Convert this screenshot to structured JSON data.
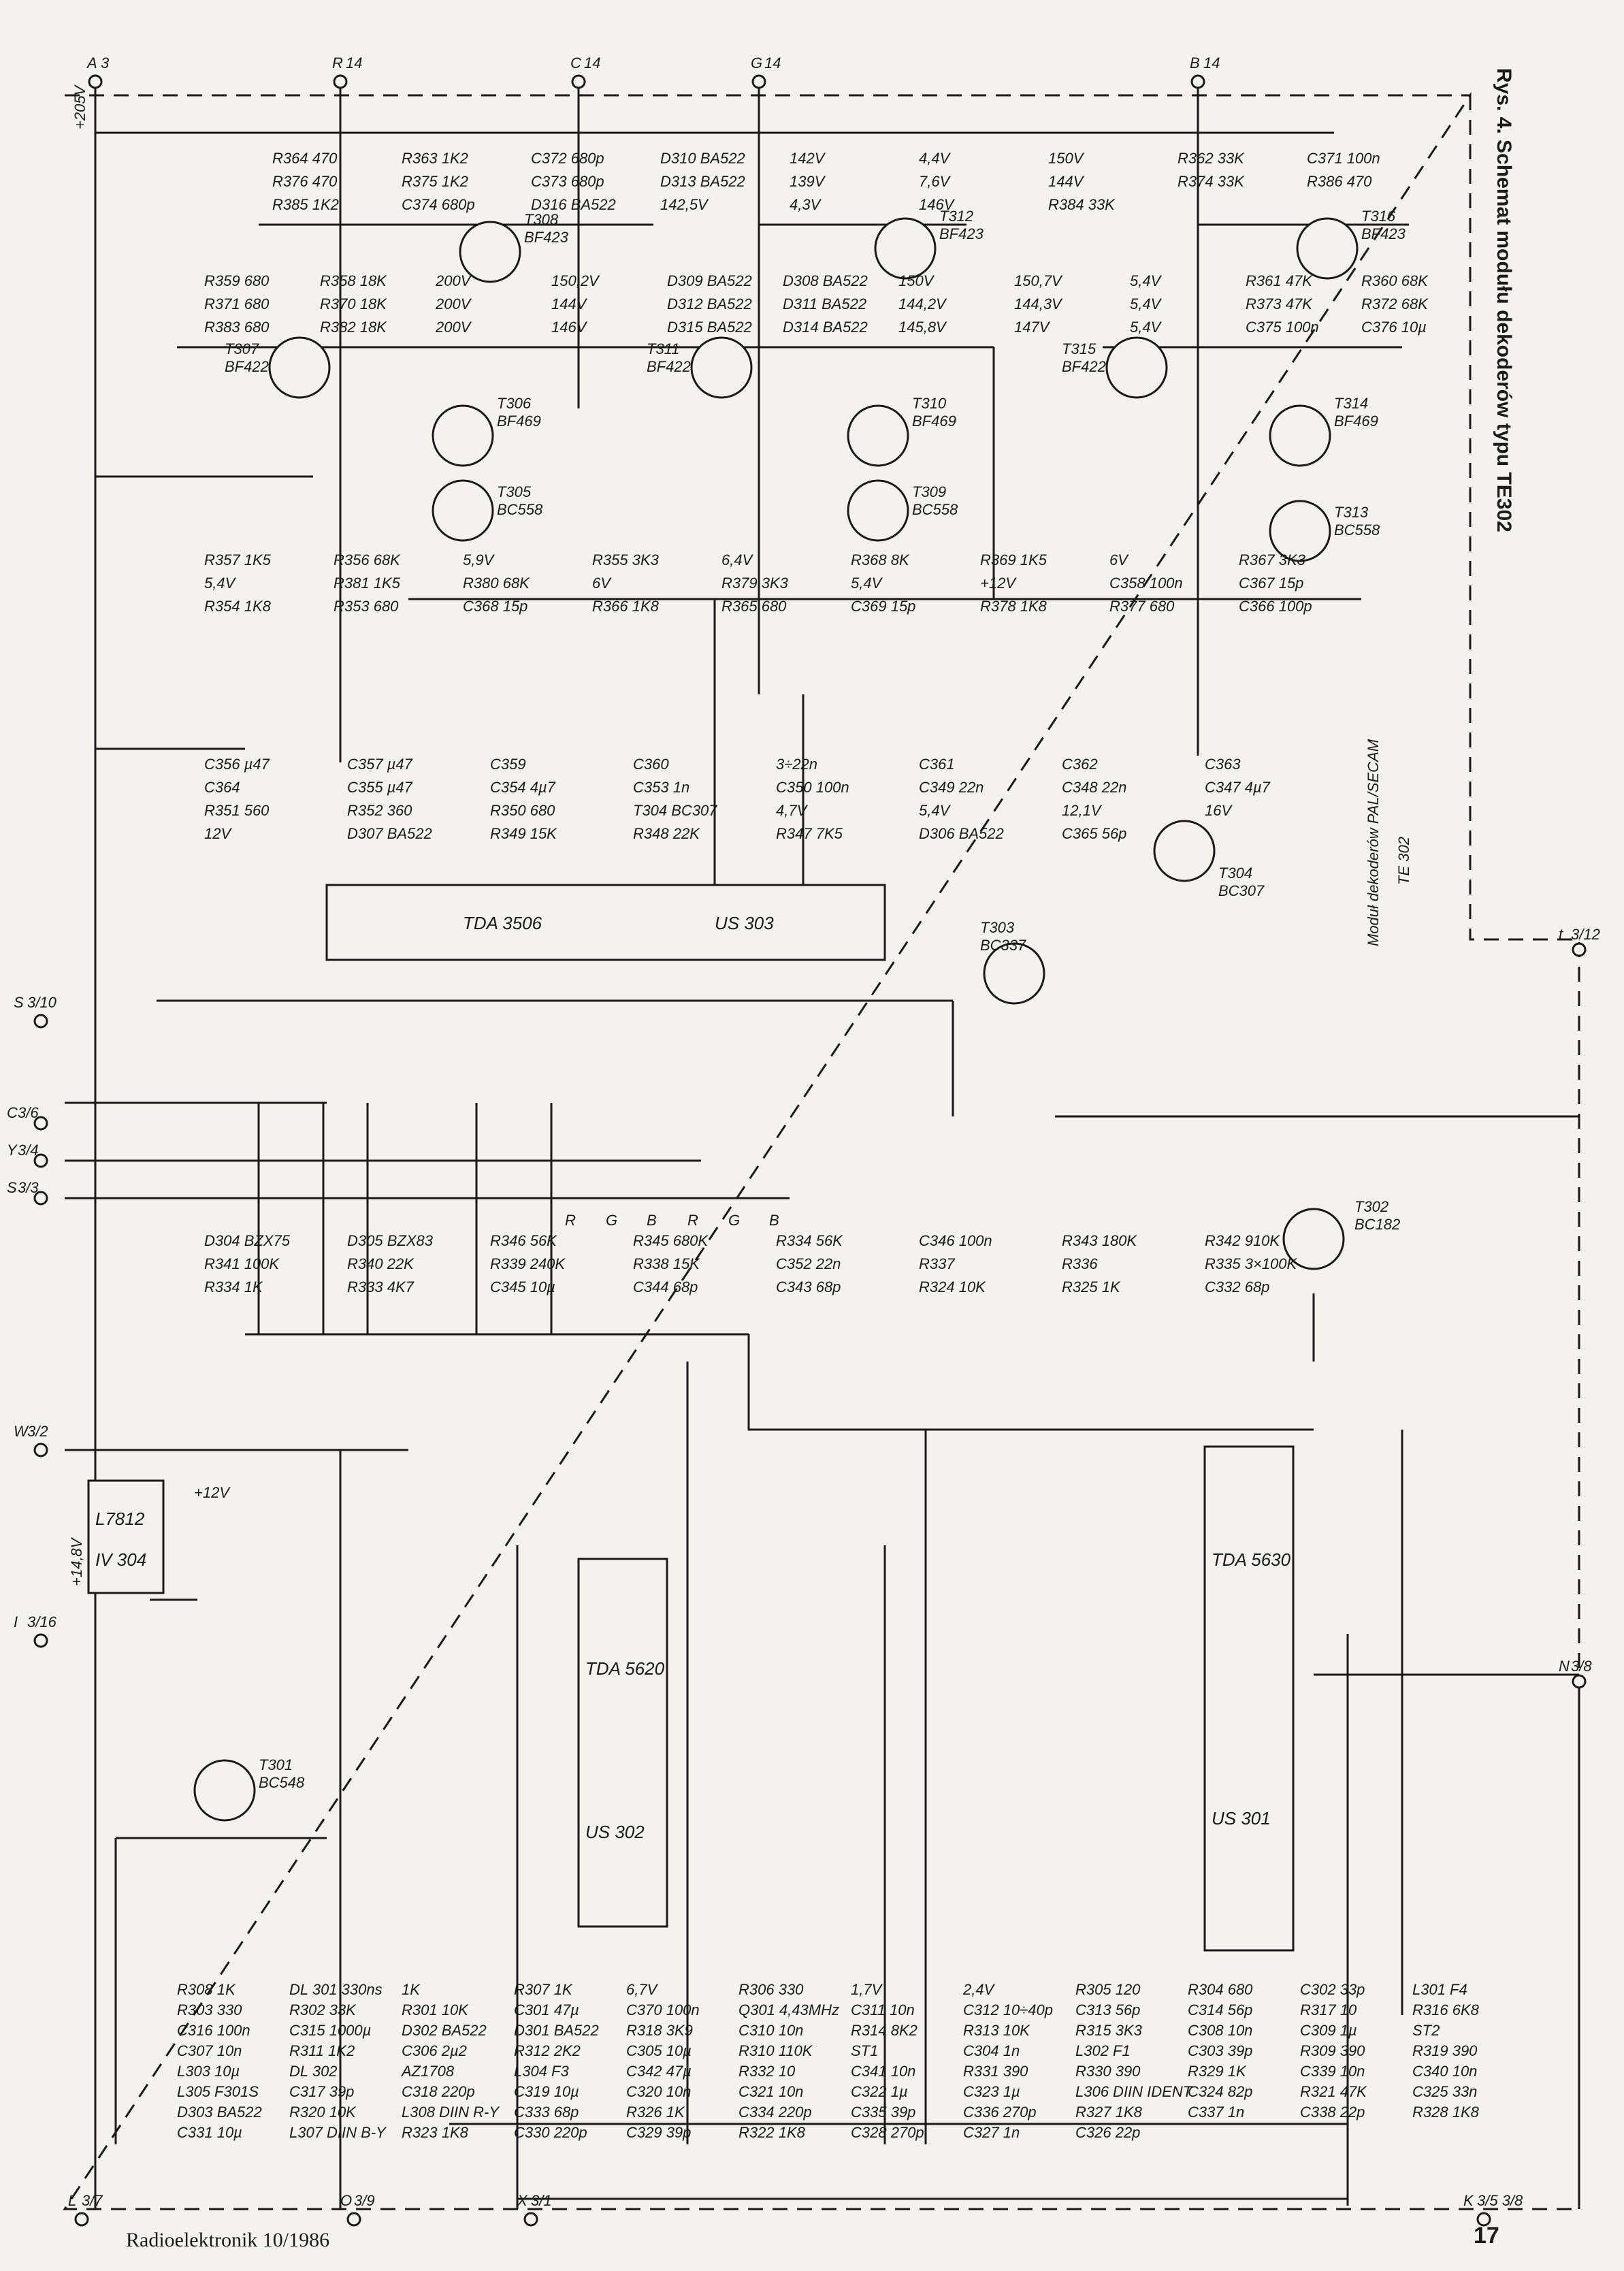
{
  "title": "Rys. 4. Schemat modułu dekoderów typu TE302",
  "module_caption": {
    "line1": "Moduł dekoderów PAL/SECAM",
    "line2": "TE 302"
  },
  "footer": {
    "publication": "Radioelektronik 10/1986",
    "page": "17"
  },
  "supply_labels": [
    "+205V",
    "+12V",
    "+14,8V"
  ],
  "connectors": [
    {
      "id": "A",
      "pin": "3"
    },
    {
      "id": "R",
      "pin": "14"
    },
    {
      "id": "C",
      "pin": "14"
    },
    {
      "id": "G",
      "pin": "14"
    },
    {
      "id": "B",
      "pin": "14"
    },
    {
      "id": "S",
      "pin": "3/10"
    },
    {
      "id": "C",
      "pin": "3/6"
    },
    {
      "id": "Y",
      "pin": "3/4"
    },
    {
      "id": "S",
      "pin": "3/3"
    },
    {
      "id": "W",
      "pin": "3/2"
    },
    {
      "id": "I",
      "pin": "3/16"
    },
    {
      "id": "L",
      "pin": "3/7"
    },
    {
      "id": "O",
      "pin": "3/9"
    },
    {
      "id": "X",
      "pin": "3/1"
    },
    {
      "id": "K",
      "pin": "3/5 3/8"
    },
    {
      "id": "N",
      "pin": "3/8"
    },
    {
      "id": "t",
      "pin": "3/12"
    }
  ],
  "ics": [
    {
      "ref": "TDA 3506",
      "alt": "US 303"
    },
    {
      "ref": "TDA 5620",
      "alt": "US 302"
    },
    {
      "ref": "TDA 5630",
      "alt": "US 301"
    },
    {
      "ref": "L7812",
      "alt": "IV 304"
    }
  ],
  "transistors": [
    {
      "ref": "T308",
      "type": "BF423"
    },
    {
      "ref": "T312",
      "type": "BF423"
    },
    {
      "ref": "T316",
      "type": "BF423"
    },
    {
      "ref": "T307",
      "type": "BF422"
    },
    {
      "ref": "T311",
      "type": "BF422"
    },
    {
      "ref": "T315",
      "type": "BF422"
    },
    {
      "ref": "T306",
      "type": "BF469"
    },
    {
      "ref": "T310",
      "type": "BF469"
    },
    {
      "ref": "T314",
      "type": "BF469"
    },
    {
      "ref": "T305",
      "type": "BC558"
    },
    {
      "ref": "T309",
      "type": "BC558"
    },
    {
      "ref": "T313",
      "type": "BC558"
    },
    {
      "ref": "T303",
      "type": "BC337"
    },
    {
      "ref": "T304",
      "type": "BC307"
    },
    {
      "ref": "T302",
      "type": "BC182"
    },
    {
      "ref": "T301",
      "type": "BC548"
    }
  ],
  "labels_top": [
    "R364 470",
    "R363 1K2",
    "C372 680p",
    "D310 BA522",
    "142V",
    "4,4V",
    "150V",
    "R362 33K",
    "C371 100n",
    "R376 470",
    "R375 1K2",
    "C373 680p",
    "D313 BA522",
    "139V",
    "7,6V",
    "144V",
    "R374 33K",
    "R386 470",
    "R385 1K2",
    "C374 680p",
    "D316 BA522",
    "142,5V",
    "4,3V",
    "146V",
    "R384 33K"
  ],
  "labels_mid": [
    "R359 680",
    "R358 18K",
    "200V",
    "150,2V",
    "D309 BA522",
    "D308 BA522",
    "150V",
    "150,7V",
    "5,4V",
    "R361 47K",
    "R360 68K",
    "R371 680",
    "R370 18K",
    "200V",
    "144V",
    "D312 BA522",
    "D311 BA522",
    "144,2V",
    "144,3V",
    "5,4V",
    "R373 47K",
    "R372 68K",
    "R383 680",
    "R382 18K",
    "200V",
    "146V",
    "D315 BA522",
    "D314 BA522",
    "145,8V",
    "147V",
    "5,4V",
    "C375 100n",
    "C376 10µ"
  ],
  "labels_low": [
    "R357 1K5",
    "R356 68K",
    "5,9V",
    "R355 3K3",
    "6,4V",
    "R368 8K",
    "R369 1K5",
    "6V",
    "R367 3K3",
    "5,4V",
    "R381 1K5",
    "R380 68K",
    "6V",
    "R379 3K3",
    "5,4V",
    "+12V",
    "C358 100n",
    "C367 15p",
    "R354 1K8",
    "R353 680",
    "C368 15p",
    "R366 1K8",
    "R365 680",
    "C369 15p",
    "R378 1K8",
    "R377 680",
    "C366 100p"
  ],
  "labels_ic": [
    "C356 µ47",
    "C357 µ47",
    "C359",
    "C360",
    "3÷22n",
    "C361",
    "C362",
    "C363",
    "C364",
    "C355 µ47",
    "C354 4µ7",
    "C353 1n",
    "C350 100n",
    "C349 22n",
    "C348 22n",
    "C347 4µ7",
    "R351 560",
    "R352 360",
    "R350 680",
    "T304 BC307",
    "4,7V",
    "5,4V",
    "12,1V",
    "16V",
    "12V",
    "D307 BA522",
    "R349 15K",
    "R348 22K",
    "R347 7K5",
    "D306 BA522",
    "C365 56p"
  ],
  "labels_inputs": [
    "D304 BZX75",
    "D305 BZX83",
    "R346 56K",
    "R345 680K",
    "R334 56K",
    "C346 100n",
    "R343 180K",
    "R342 910K",
    "R341 100K",
    "R340 22K",
    "R339 240K",
    "R338 15K",
    "C352 22n",
    "R337",
    "R336",
    "R335 3×100K",
    "R334 1K",
    "R333 4K7",
    "C345 10µ",
    "C344 68p",
    "C343 68p",
    "R324 10K",
    "R325 1K",
    "C332 68p"
  ],
  "labels_bottom": [
    "R308 1K",
    "DL 301 330ns",
    "1K",
    "R307 1K",
    "6,7V",
    "R306 330",
    "1,7V",
    "2,4V",
    "R305 120",
    "R304 680",
    "C302 33p",
    "L301 F4",
    "R303 330",
    "R302 33K",
    "R301 10K",
    "C301 47µ",
    "C370 100n",
    "Q301 4,43MHz",
    "C311 10n",
    "C312 10÷40p",
    "C313 56p",
    "C314 56p",
    "R317 10",
    "R316 6K8",
    "C316 100n",
    "C315 1000µ",
    "D302 BA522",
    "D301 BA522",
    "R318 3K9",
    "C310 10n",
    "R314 8K2",
    "R313 10K",
    "R315 3K3",
    "C308 10n",
    "C309 1µ",
    "ST2",
    "C307 10n",
    "R311 1K2",
    "C306 2µ2",
    "R312 2K2",
    "C305 10µ",
    "R310 110K",
    "ST1",
    "C304 1n",
    "L302 F1",
    "C303 39p",
    "R309 390",
    "R319 390",
    "L303 10µ",
    "DL 302",
    "AZ1708",
    "L304 F3",
    "C342 47µ",
    "R332 10",
    "C341 10n",
    "R331 390",
    "R330 390",
    "R329 1K",
    "C339 10n",
    "C340 10n",
    "L305 F301S",
    "C317 39p",
    "C318 220p",
    "C319 10µ",
    "C320 10n",
    "C321 10n",
    "C322 1µ",
    "C323 1µ",
    "L306 DIIN IDENT",
    "C324 82p",
    "R321 47K",
    "C325 33n",
    "D303 BA522",
    "R320 10K",
    "L308 DIIN R-Y",
    "C333 68p",
    "R326 1K",
    "C334 220p",
    "C335 39p",
    "C336 270p",
    "R327 1K8",
    "C337 1n",
    "C338 22p",
    "R328 1K8",
    "C331 10µ",
    "L307 DIIN B-Y",
    "R323 1K8",
    "C330 220p",
    "C329 39p",
    "R322 1K8",
    "C328 270p",
    "C327 1n",
    "C326 22p"
  ],
  "jumper_labels": [
    "R",
    "G",
    "B",
    "R",
    "G",
    "B"
  ]
}
